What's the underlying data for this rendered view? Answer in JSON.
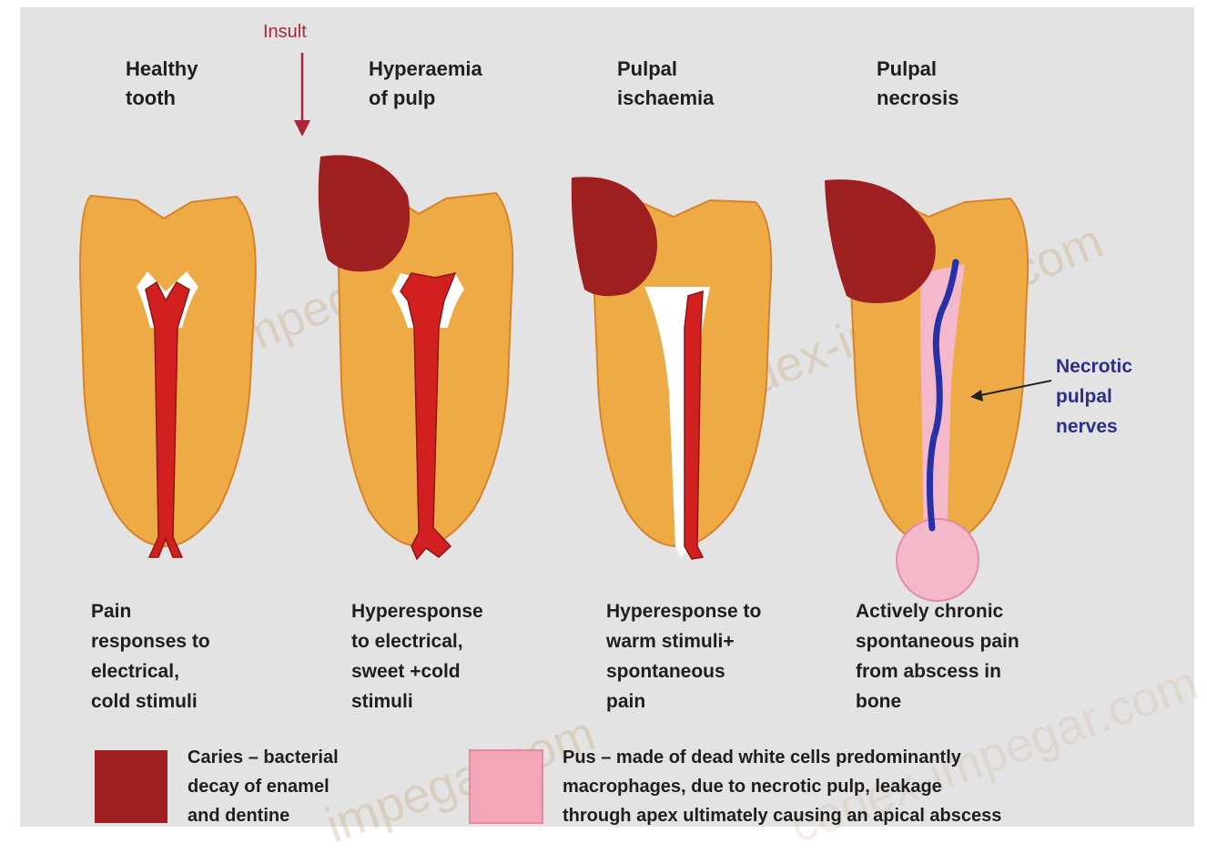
{
  "insult": "Insult",
  "stages": [
    {
      "title": "Healthy\ntooth",
      "description": "Pain\nresponses to\nelectrical,\ncold stimuli"
    },
    {
      "title": "Hyperaemia\nof pulp",
      "description": "Hyperesponse\nto electrical,\nsweet +cold\nstimuli"
    },
    {
      "title": "Pulpal\nischaemia",
      "description": "Hyperesponse to\nwarm stimuli+\nspontaneous\npain"
    },
    {
      "title": "Pulpal\nnecrosis",
      "description": "Actively chronic\nspontaneous pain\nfrom abscess in\nbone"
    }
  ],
  "necrotic_label": "Necrotic\npulpal\nnerves",
  "legend": [
    {
      "text": "Caries – bacterial\ndecay of enamel\nand dentine",
      "color": "#9e1f1f"
    },
    {
      "text": "Pus – made of dead white cells predominantly\nmacrophages, due to necrotic pulp, leakage\nthrough apex ultimately causing an apical abscess",
      "color": "#f2a6b8"
    }
  ],
  "watermarks": [
    "codex-impeg.com",
    "codex-impegar.com",
    "impegar.com",
    "codex-impegar.com"
  ],
  "colors": {
    "tooth": "#eeaa44",
    "caries": "#9e1f1f",
    "pulp": "#d21f1f",
    "pus": "#f3b8c9",
    "nerve": "#2631a8"
  }
}
